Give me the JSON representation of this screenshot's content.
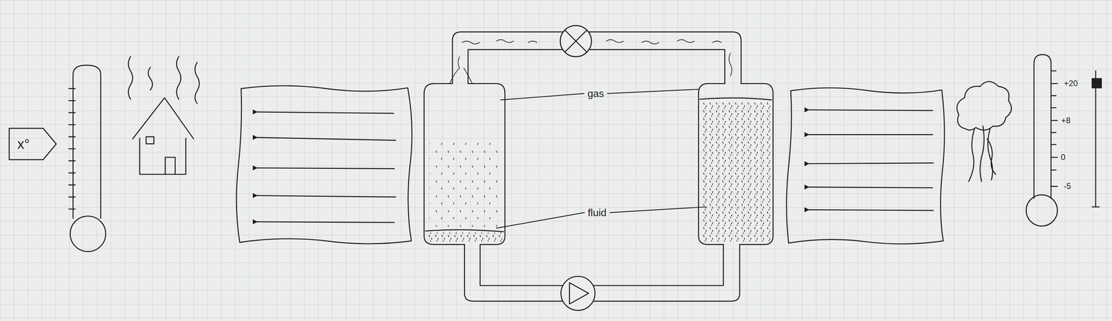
{
  "diagram": {
    "nodes": [
      {
        "text": [
          "x°"
        ]
      }
    ],
    "labels": [
      "gas",
      "fluid",
      "+20",
      "+8",
      "0",
      "-5"
    ]
  }
}
